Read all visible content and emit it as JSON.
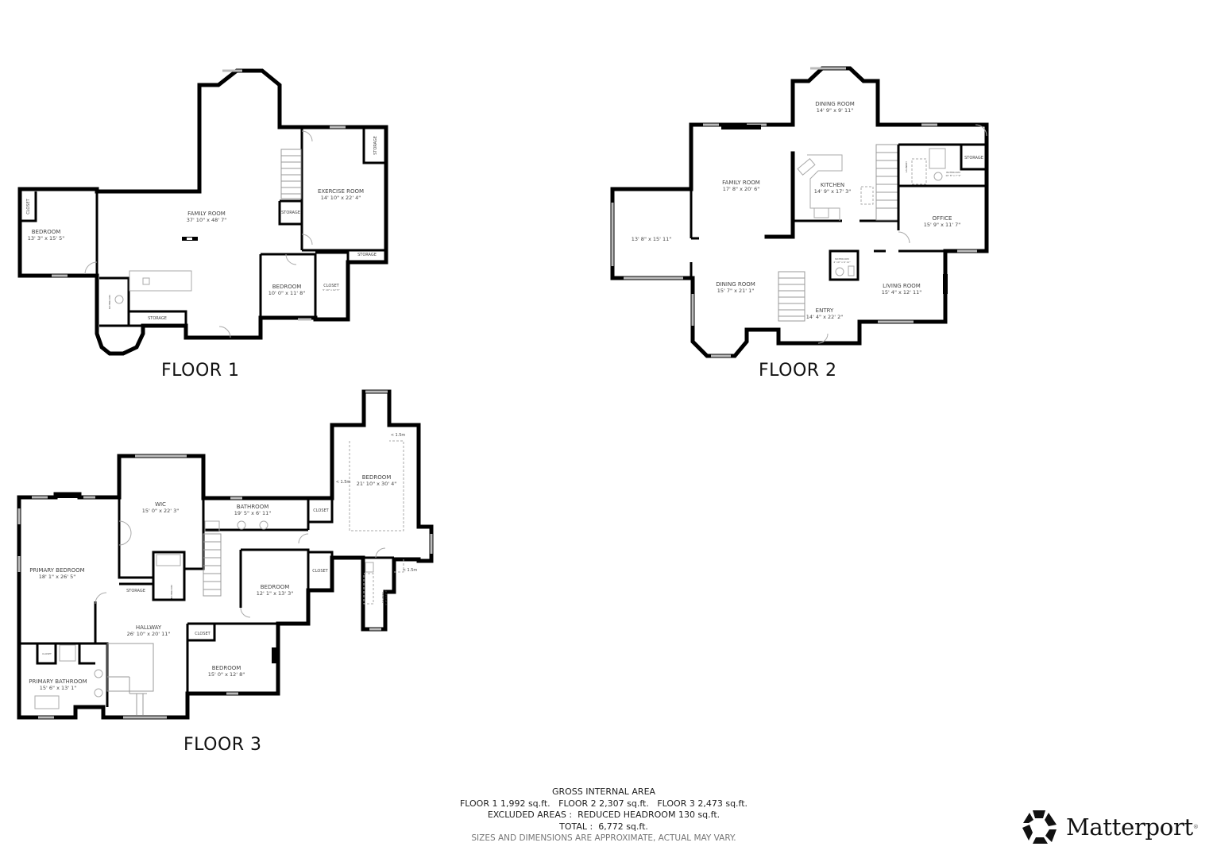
{
  "floors": [
    {
      "title": "FLOOR 1",
      "rooms": [
        {
          "name": "BEDROOM",
          "dims": "13' 3\" x 15' 5\""
        },
        {
          "name": "CLOSET",
          "dims": ""
        },
        {
          "name": "FAMILY ROOM",
          "dims": "37' 10\" x 48' 7\""
        },
        {
          "name": "EXERCISE ROOM",
          "dims": "14' 10\" x 22' 4\""
        },
        {
          "name": "STORAGE",
          "dims": ""
        },
        {
          "name": "STORAGE",
          "dims": ""
        },
        {
          "name": "STORAGE",
          "dims": ""
        },
        {
          "name": "STORAGE",
          "dims": ""
        },
        {
          "name": "BEDROOM",
          "dims": "10' 0\" x 11' 8\""
        },
        {
          "name": "CLOSET",
          "dims": "5' 10\" x 12' 5\""
        },
        {
          "name": "BATHROOM",
          "dims": "5' 3\" x 12' 10\""
        }
      ]
    },
    {
      "title": "FLOOR 2",
      "rooms": [
        {
          "name": "DINING ROOM",
          "dims": "14' 9\" x 9' 11\""
        },
        {
          "name": "FAMILY ROOM",
          "dims": "17' 8\" x 20' 6\""
        },
        {
          "name": "KITCHEN",
          "dims": "14' 9\" x 17' 3\""
        },
        {
          "name": "STORAGE",
          "dims": ""
        },
        {
          "name": "BATHROOM",
          "dims": "10' 8\" x 7' 9\""
        },
        {
          "name": "LAUNDRY",
          "dims": ""
        },
        {
          "name": "OFFICE",
          "dims": "15' 9\" x 11' 7\""
        },
        {
          "name": "",
          "dims": "13' 8\" x 15' 11\""
        },
        {
          "name": "DINING ROOM",
          "dims": "15' 7\" x 21' 1\""
        },
        {
          "name": "BATHROOM",
          "dims": "4' 10\" x 6' 11\""
        },
        {
          "name": "ENTRY",
          "dims": "14' 4\" x 22' 2\""
        },
        {
          "name": "LIVING ROOM",
          "dims": "15' 4\" x 12' 11\""
        }
      ]
    },
    {
      "title": "FLOOR 3",
      "rooms": [
        {
          "name": "WIC",
          "dims": "15' 0\" x 22' 3\""
        },
        {
          "name": "BATHROOM",
          "dims": "19' 5\" x 6' 11\""
        },
        {
          "name": "CLOSET",
          "dims": ""
        },
        {
          "name": "BEDROOM",
          "dims": "21' 10\" x 30' 4\""
        },
        {
          "name": "PRIMARY BEDROOM",
          "dims": "18' 1\" x 26' 5\""
        },
        {
          "name": "STORAGE",
          "dims": ""
        },
        {
          "name": "BATHROOM",
          "dims": ""
        },
        {
          "name": "BEDROOM",
          "dims": "12' 1\" x 13' 3\""
        },
        {
          "name": "CLOSET",
          "dims": ""
        },
        {
          "name": "LAUNDRY",
          "dims": "9' 8\" x 12' 4\""
        },
        {
          "name": "HALLWAY",
          "dims": "26' 10\" x 20' 11\""
        },
        {
          "name": "CLOSET",
          "dims": ""
        },
        {
          "name": "BEDROOM",
          "dims": "15' 0\" x 12' 8\""
        },
        {
          "name": "CLOSET",
          "dims": ""
        },
        {
          "name": "PRIMARY BATHROOM",
          "dims": "15' 6\" x 13' 1\""
        }
      ],
      "headroom_markers": [
        "< 1.5m",
        "< 1.5m",
        "< 1.5m"
      ]
    }
  ],
  "summary": {
    "heading": "GROSS INTERNAL AREA",
    "floor_areas": "FLOOR 1 1,992 sq.ft.   FLOOR 2 2,307 sq.ft.   FLOOR 3 2,473 sq.ft.",
    "excluded": "EXCLUDED AREAS :  REDUCED HEADROOM 130 sq.ft.",
    "total": "TOTAL :  6,772 sq.ft.",
    "disclaimer": "SIZES AND DIMENSIONS ARE APPROXIMATE, ACTUAL MAY VARY."
  },
  "brand": {
    "name": "Matterport",
    "registered": "®",
    "logo_icon": "matterport-pentagon-icon"
  }
}
